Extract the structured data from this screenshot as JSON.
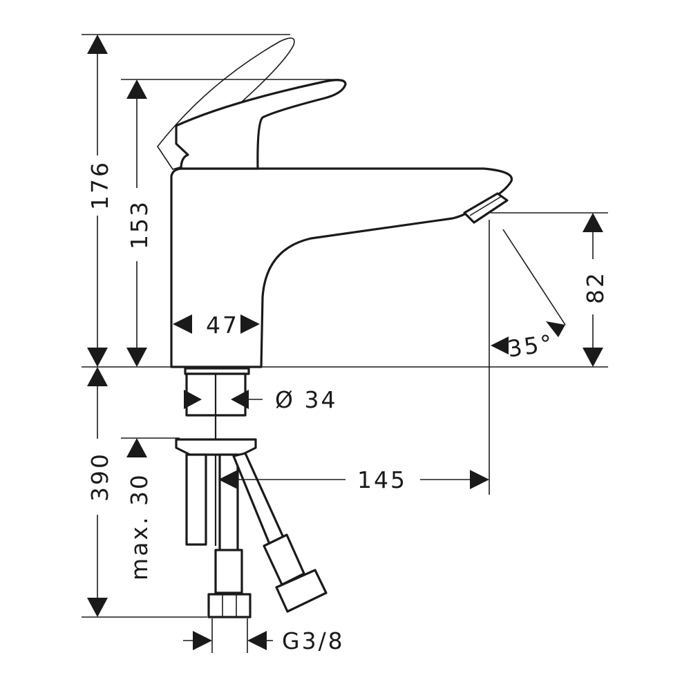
{
  "drawing": {
    "dimensions": {
      "total_height": "176",
      "lever_height": "153",
      "body_width": "47",
      "spout_height": "82",
      "spray_angle": "35°",
      "shank_diameter": "Ø 34",
      "projection": "145",
      "hose_length": "390",
      "max_deck": "max. 30",
      "thread": "G3/8"
    }
  }
}
